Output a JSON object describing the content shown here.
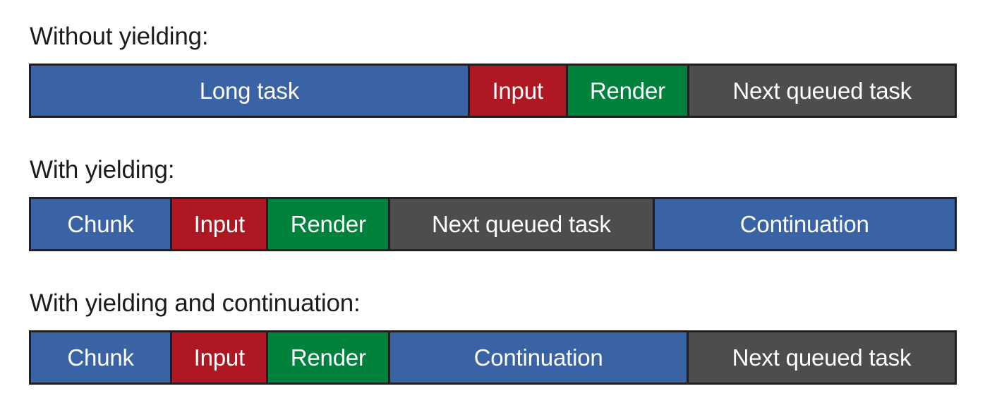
{
  "palette": {
    "task_blue": "#3a63a5",
    "input_red": "#af1722",
    "render_green": "#00813c",
    "queued_gray": "#4d4d4d",
    "border_dark": "#231f20",
    "text_dark": "#1c1c1c",
    "label_white": "#ffffff",
    "page_background": "#ffffff"
  },
  "chart_data": {
    "type": "bar",
    "title": "",
    "xlabel": "",
    "ylabel": "",
    "orientation": "horizontal-stacked-timeline",
    "total_width_units": 100,
    "series": [
      {
        "name": "Without yielding:",
        "segments": [
          {
            "label": "Long task",
            "color_key": "task_blue",
            "width_pct": 47.5
          },
          {
            "label": "Input",
            "color_key": "input_red",
            "width_pct": 10.6
          },
          {
            "label": "Render",
            "color_key": "render_green",
            "width_pct": 13.2
          },
          {
            "label": "Next queued task",
            "color_key": "queued_gray",
            "width_pct": 28.7
          }
        ]
      },
      {
        "name": "With yielding:",
        "segments": [
          {
            "label": "Chunk",
            "color_key": "task_blue",
            "width_pct": 15.3
          },
          {
            "label": "Input",
            "color_key": "input_red",
            "width_pct": 10.4
          },
          {
            "label": "Render",
            "color_key": "render_green",
            "width_pct": 13.2
          },
          {
            "label": "Next queued task",
            "color_key": "queued_gray",
            "width_pct": 28.6
          },
          {
            "label": "Continuation",
            "color_key": "task_blue",
            "width_pct": 32.5
          }
        ]
      },
      {
        "name": "With yielding and continuation:",
        "segments": [
          {
            "label": "Chunk",
            "color_key": "task_blue",
            "width_pct": 15.3
          },
          {
            "label": "Input",
            "color_key": "input_red",
            "width_pct": 10.4
          },
          {
            "label": "Render",
            "color_key": "render_green",
            "width_pct": 13.2
          },
          {
            "label": "Continuation",
            "color_key": "task_blue",
            "width_pct": 32.3
          },
          {
            "label": "Next queued task",
            "color_key": "queued_gray",
            "width_pct": 28.8
          }
        ]
      }
    ]
  },
  "scenarios": [
    {
      "label": "Without yielding:",
      "segments": [
        {
          "label": "Long task",
          "color": "#3a63a5",
          "width": "47.5%"
        },
        {
          "label": "Input",
          "color": "#af1722",
          "width": "10.6%"
        },
        {
          "label": "Render",
          "color": "#00813c",
          "width": "13.2%"
        },
        {
          "label": "Next queued task",
          "color": "#4d4d4d",
          "width": "28.7%"
        }
      ]
    },
    {
      "label": "With yielding:",
      "segments": [
        {
          "label": "Chunk",
          "color": "#3a63a5",
          "width": "15.3%"
        },
        {
          "label": "Input",
          "color": "#af1722",
          "width": "10.4%"
        },
        {
          "label": "Render",
          "color": "#00813c",
          "width": "13.2%"
        },
        {
          "label": "Next queued task",
          "color": "#4d4d4d",
          "width": "28.6%"
        },
        {
          "label": "Continuation",
          "color": "#3a63a5",
          "width": "32.5%"
        }
      ]
    },
    {
      "label": "With yielding and continuation:",
      "segments": [
        {
          "label": "Chunk",
          "color": "#3a63a5",
          "width": "15.3%"
        },
        {
          "label": "Input",
          "color": "#af1722",
          "width": "10.4%"
        },
        {
          "label": "Render",
          "color": "#00813c",
          "width": "13.2%"
        },
        {
          "label": "Continuation",
          "color": "#3a63a5",
          "width": "32.3%"
        },
        {
          "label": "Next queued task",
          "color": "#4d4d4d",
          "width": "28.8%"
        }
      ]
    }
  ]
}
